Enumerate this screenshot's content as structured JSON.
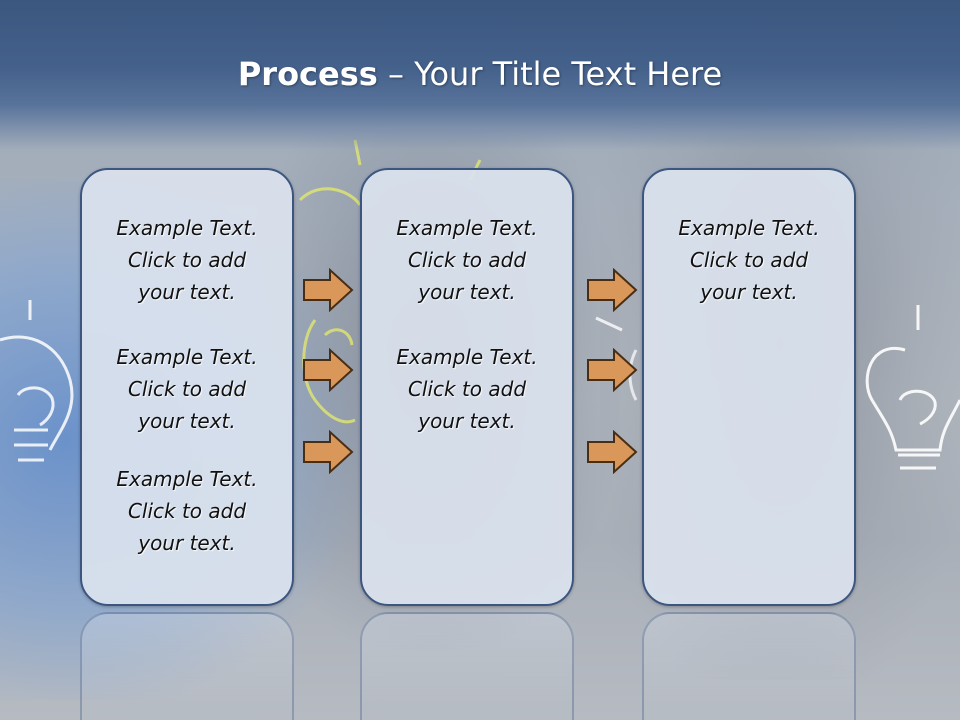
{
  "title": {
    "bold": "Process",
    "rest": " – Your Title Text Here"
  },
  "panels": [
    {
      "blocks": [
        [
          "Example Text.",
          "Click  to add",
          "your text."
        ],
        [
          "Example Text.",
          "Click  to add",
          "your text."
        ],
        [
          "Example Text.",
          "Click  to add",
          "your text."
        ]
      ]
    },
    {
      "blocks": [
        [
          "Example Text.",
          "Click  to add",
          "your text."
        ],
        [
          "Example Text.",
          "Click  to add",
          "your text."
        ]
      ]
    },
    {
      "blocks": [
        [
          "Example Text.",
          "Click  to add",
          "your text."
        ]
      ]
    }
  ],
  "colors": {
    "header": "#3b5780",
    "panel_border": "#3c5680",
    "panel_fill": "#dae2ee",
    "arrow_fill": "#d9975a",
    "arrow_stroke": "#4a2e14"
  },
  "icons": [
    "right-arrow-icon",
    "lightbulb-icon"
  ]
}
